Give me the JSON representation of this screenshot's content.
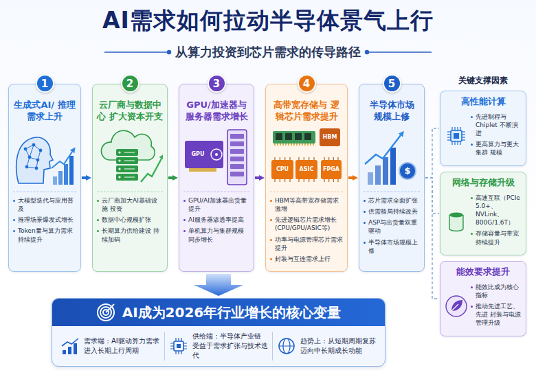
{
  "diagram": {
    "title": "AI需求如何拉动半导体景气上行",
    "nodes": [
      {
        "text": [
          "生成式AI/ 推理需求上升",
          "大模型迭代与应用普及",
          "推理场景爆发式增长",
          "Token量与算力需求 持续提升"
        ]
      },
      {
        "text": [
          "1"
        ],
        "in": 0
      },
      {
        "text": [
          "云厂商与数据中心 扩大资本开支",
          "云厂商加大AI基础设施 投资",
          "数据中心规模扩张",
          "长期算力供给建设 持续加码"
        ]
      },
      {
        "text": [
          "2"
        ],
        "in": 2
      },
      {
        "text": [
          "GPU/加速器与 服务器需求增长",
          "GPU/AI加速器出货量提升",
          "AI服务器渗透率提高",
          "单机算力与集群规模 同步增长"
        ]
      },
      {
        "text": [
          "3"
        ],
        "in": 4
      },
      {
        "text": [
          "高带宽存储与 逻辑芯片需求提升",
          "HBM等高带宽存储需求激增",
          "先进逻辑芯片需求增长 (CPU/GPU/ASIC等)",
          "功率与电源管理芯片需求提升",
          "封装与互连需求上行"
        ]
      },
      {
        "text": [
          "4"
        ],
        "in": 6
      },
      {
        "text": [
          "半导体市场 规模上修",
          "芯片需求全面扩张",
          "供需格局持续改善",
          "ASP与出货量双重驱动",
          "半导体市场规模上修"
        ]
      },
      {
        "text": [
          "5"
        ],
        "in": 8
      },
      {
        "text": [
          "高性能计算",
          "先进制程与Chiplet 不断演进",
          "更高算力与更大集群 规模"
        ]
      },
      {
        "text": [
          "网络与存储升级",
          "高速互联（PCIe 5.0+、 NVLink、800G/1.6T）",
          "存储容量与带宽 持续提升"
        ]
      },
      {
        "text": [
          "能效要求提升",
          "能效比成为核心指标",
          "推动先进工艺、先进 封装与电源管理升级"
        ]
      },
      {
        "text": [
          "AI成为2026年行业增长的核心变量",
          "需求端：AI驱动算力需求 进入长期上行周期",
          "供给端：半导体产业链 受益于需求扩张与技术迭代",
          "趋势上：从短期周期复苏 迈向中长期成长动能"
        ]
      }
    ],
    "edges": [
      {
        "from": 0,
        "to": 2,
        "arrow": "to"
      },
      {
        "from": 2,
        "to": 4,
        "arrow": "to"
      },
      {
        "from": 4,
        "to": 6,
        "arrow": "to"
      },
      {
        "from": 6,
        "to": 8,
        "arrow": "to"
      },
      {
        "from": 8,
        "to": 10,
        "arrow": "none"
      },
      {
        "from": 8,
        "to": 11,
        "arrow": "none"
      },
      {
        "from": 8,
        "to": 12,
        "arrow": "none"
      }
    ],
    "labels": [
      "从算力投资到芯片需求的传导路径",
      "关键支撑因素",
      "GPU",
      "HBM",
      "CPU",
      "ASIC",
      "FPGA",
      "$"
    ]
  }
}
